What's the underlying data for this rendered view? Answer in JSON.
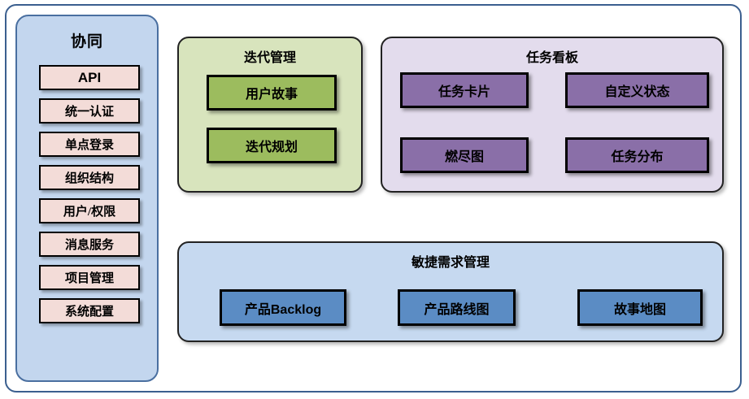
{
  "diagram": {
    "title_visible": false,
    "colors": {
      "frame_border": "#3b5f8f",
      "sidebar_bg": "#c3d6ee",
      "sidebar_border": "#4a6fa0",
      "sidebar_item_bg": "#f3dcd8",
      "iteration_group_bg": "#d8e4bd",
      "iteration_card_bg": "#9cbc5e",
      "taskboard_group_bg": "#e3dced",
      "taskboard_card_bg": "#8a6fa8",
      "agile_group_bg": "#c6d9f0",
      "agile_card_bg": "#5b8cc4",
      "card_border": "#000000"
    }
  },
  "sidebar": {
    "title": "协同",
    "items": [
      {
        "label": "API",
        "is_latin": true
      },
      {
        "label": "统一认证",
        "is_latin": false
      },
      {
        "label": "单点登录",
        "is_latin": false
      },
      {
        "label": "组织结构",
        "is_latin": false
      },
      {
        "label": "用户/权限",
        "is_latin": false
      },
      {
        "label": "消息服务",
        "is_latin": false
      },
      {
        "label": "项目管理",
        "is_latin": false
      },
      {
        "label": "系统配置",
        "is_latin": false
      }
    ]
  },
  "groups": {
    "iteration": {
      "title": "迭代管理",
      "cards": [
        {
          "label": "用户故事"
        },
        {
          "label": "迭代规划"
        }
      ]
    },
    "taskboard": {
      "title": "任务看板",
      "cards": [
        {
          "label": "任务卡片"
        },
        {
          "label": "自定义状态"
        },
        {
          "label": "燃尽图"
        },
        {
          "label": "任务分布"
        }
      ]
    },
    "agile": {
      "title": "敏捷需求管理",
      "cards": [
        {
          "label": "产品Backlog"
        },
        {
          "label": "产品路线图"
        },
        {
          "label": "故事地图"
        }
      ]
    }
  }
}
